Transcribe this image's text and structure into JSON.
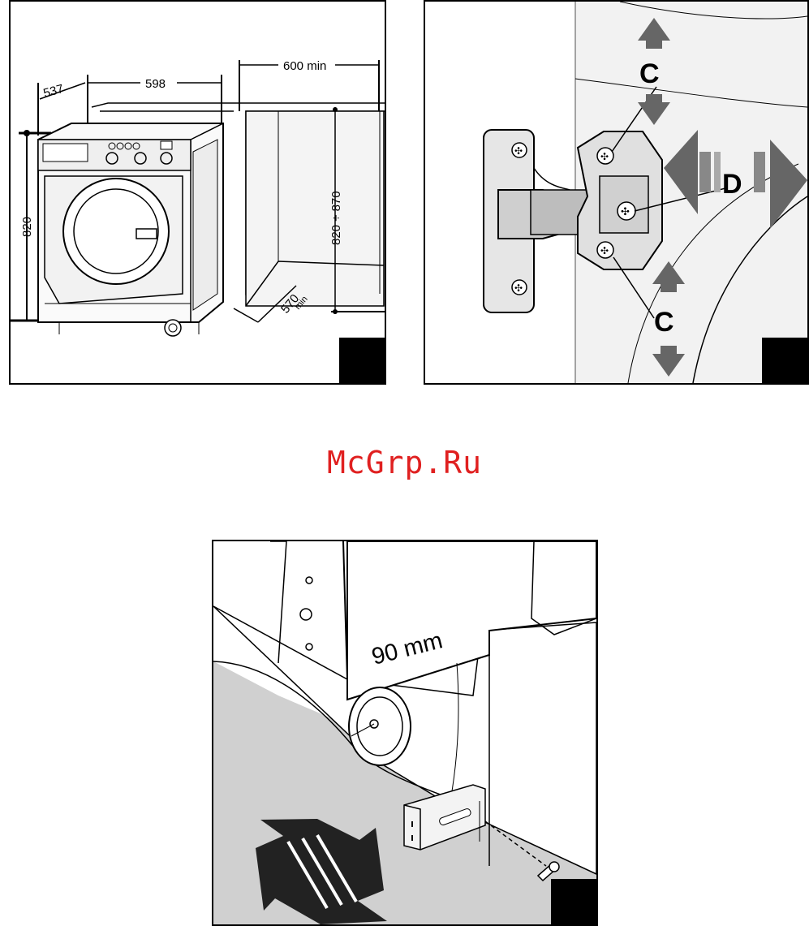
{
  "panel1": {
    "dim_depth": "537",
    "dim_width": "598",
    "dim_niche_width": "600 min",
    "dim_height": "820",
    "dim_niche_height": "820 ÷ 870",
    "dim_niche_depth": "570",
    "dim_niche_depth_unit": "min"
  },
  "panel2": {
    "label_c_top": "C",
    "label_c_bottom": "C",
    "label_d": "D"
  },
  "watermark": "McGrp.Ru",
  "panel3": {
    "dim_offset": "90 mm"
  }
}
